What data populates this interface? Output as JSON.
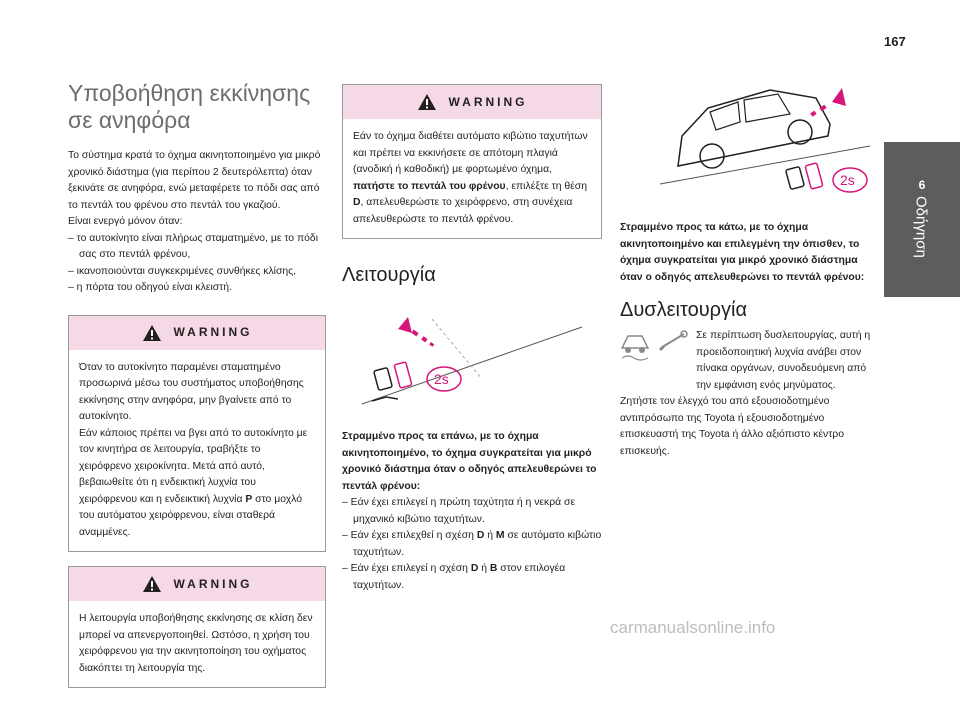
{
  "page_number": "167",
  "side_tab": {
    "chapter": "6",
    "title": "Οδήγηση"
  },
  "col1": {
    "title": "Υποβοήθηση εκκίνησης σε ανηφόρα",
    "intro": "Το σύστημα κρατά το όχημα ακινητοποιημένο για μικρό χρονικό διάστημα (για περίπου 2 δευτερόλεπτα) όταν ξεκινάτε σε ανηφόρα, ενώ μεταφέρετε το πόδι σας από το πεντάλ του φρένου στο πεντάλ του γκαζιού.",
    "active_intro": "Είναι ενεργό μόνον όταν:",
    "conditions": [
      "–  το αυτοκίνητο είναι πλήρως σταματημένο, με το πόδι σας στο πεντάλ φρένου,",
      "–  ικανοποιούνται συγκεκριμένες συνθήκες κλίσης,",
      "–  η πόρτα του οδηγού είναι κλειστή."
    ],
    "warning1_label": "WARNING",
    "warning1_text1": "Όταν το αυτοκίνητο παραμένει σταματημένο προσωρινά μέσω του συστήματος υποβοήθησης εκκίνησης στην ανηφόρα, μην βγαίνετε από το αυτοκίνητο.",
    "warning1_text2a": "Εάν κάποιος πρέπει να βγει από το αυτοκίνητο με τον κινητήρα σε λειτουργία, τραβήξτε το χειρόφρενο χειροκίνητα. Μετά από αυτό, βεβαιωθείτε ότι η ενδεικτική λυχνία του χειρόφρενου και η ενδεικτική λυχνία ",
    "warning1_p": "P",
    "warning1_text2b": " στο μοχλό του αυτόματου χειρόφρενου, είναι σταθερά αναμμένες.",
    "warning2_label": "WARNING",
    "warning2_text": "Η λειτουργία υποβοήθησης εκκίνησης σε κλίση δεν μπορεί να απενεργοποιηθεί. Ωστόσο, η χρήση του χειρόφρενου για την ακινητοποίηση του οχήματος διακόπτει τη λειτουργία της."
  },
  "col2": {
    "warning_label": "WARNING",
    "warning_text_a": "Εάν το όχημα διαθέτει αυτόματο κιβώτιο ταχυτήτων και πρέπει να εκκινήσετε σε απότομη πλαγιά (ανοδική ή καθοδική) με φορτωμένο όχημα, ",
    "warning_text_bold": "πατήστε το πεντάλ του φρένου",
    "warning_text_b": ", επιλέξτε τη θέση ",
    "warning_d": "D",
    "warning_text_c": ", απελευθερώστε το χειρόφρενο, στη συνέχεια απελευθερώστε το πεντάλ φρένου.",
    "title": "Λειτουργία",
    "fig_badge": "2s",
    "caption": "Στραμμένο προς τα επάνω, με το όχημα ακινητοποιημένο, το όχημα συγκρατείται για μικρό χρονικό διάστημα όταν ο οδηγός απελευθερώνει το πεντάλ φρένου:",
    "item1": "–  Εάν έχει επιλεγεί η πρώτη ταχύτητα ή η νεκρά σε μηχανικό κιβώτιο ταχυτήτων.",
    "item2_a": "–  Εάν έχει επιλεχθεί η σχέση ",
    "item2_d": "D",
    "item2_b": " ή ",
    "item2_m": "M",
    "item2_c": " σε αυτόματο κιβώτιο ταχυτήτων.",
    "item3_a": "–  Εάν έχει επιλεγεί η σχέση ",
    "item3_d": "D",
    "item3_b": " ή ",
    "item3_bb": "B",
    "item3_c": " στον επιλογέα ταχυτήτων."
  },
  "col3": {
    "fig_badge": "2s",
    "caption": "Στραμμένο προς τα κάτω, με το όχημα ακινητοποιημένο και επιλεγμένη την όπισθεν, το όχημα συγκρατείται για μικρό χρονικό διάστημα όταν ο οδηγός απελευθερώνει το πεντάλ φρένου:",
    "title": "Δυσλειτουργία",
    "malfunction_text": "Σε περίπτωση δυσλειτουργίας, αυτή η προειδοποιητική λυχνία ανάβει στον πίνακα οργάνων, συνοδευόμενη από την εμφάνιση ενός μηνύματος.",
    "contact_text": "Ζητήστε τον έλεγχό του από εξουσιοδοτημένο αντιπρόσωπο της Toyota ή εξουσιοδοτημένο επισκευαστή της Toyota ή άλλο αξιόπιστο κέντρο επισκευής."
  },
  "watermark": "carmanualsonline.info",
  "colors": {
    "warning_header": "#f6d9e7",
    "side_tab": "#5d5d5d",
    "accent_pink": "#d6167a"
  }
}
